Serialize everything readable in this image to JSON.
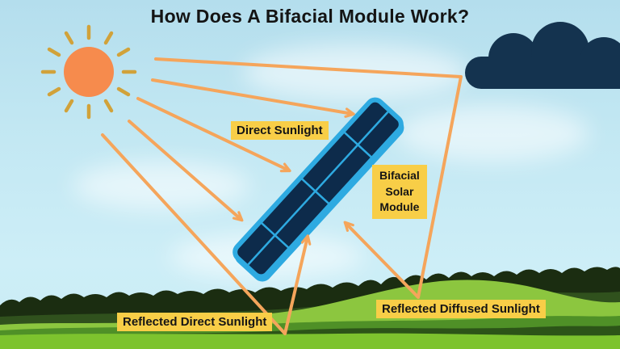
{
  "title": "How Does A Bifacial Module Work?",
  "labels": {
    "direct_sunlight": "Direct Sunlight",
    "bifacial_module": "Bifacial\nSolar\nModule",
    "reflected_direct": "Reflected Direct Sunlight",
    "reflected_diffused": "Reflected Diffused Sunlight"
  },
  "colors": {
    "sky_top": "#b4deed",
    "sky_bottom": "#cdeef7",
    "sun": "#f68b4d",
    "sun_rays": "#d1a23a",
    "cloud": "#14334f",
    "arrow": "#f5a55b",
    "panel_frame": "#2eaae1",
    "panel_cells": "#0d2b4b",
    "label_bg": "#f8ce47",
    "label_text": "#151515",
    "treeline_green": "#1b2d11",
    "olive_green": "#30511d",
    "hill_light_green": "#8cc63f",
    "band_medium_green": "#4f9027",
    "band_dark_green": "#2c5418",
    "foreground_green": "#7dc32e"
  }
}
